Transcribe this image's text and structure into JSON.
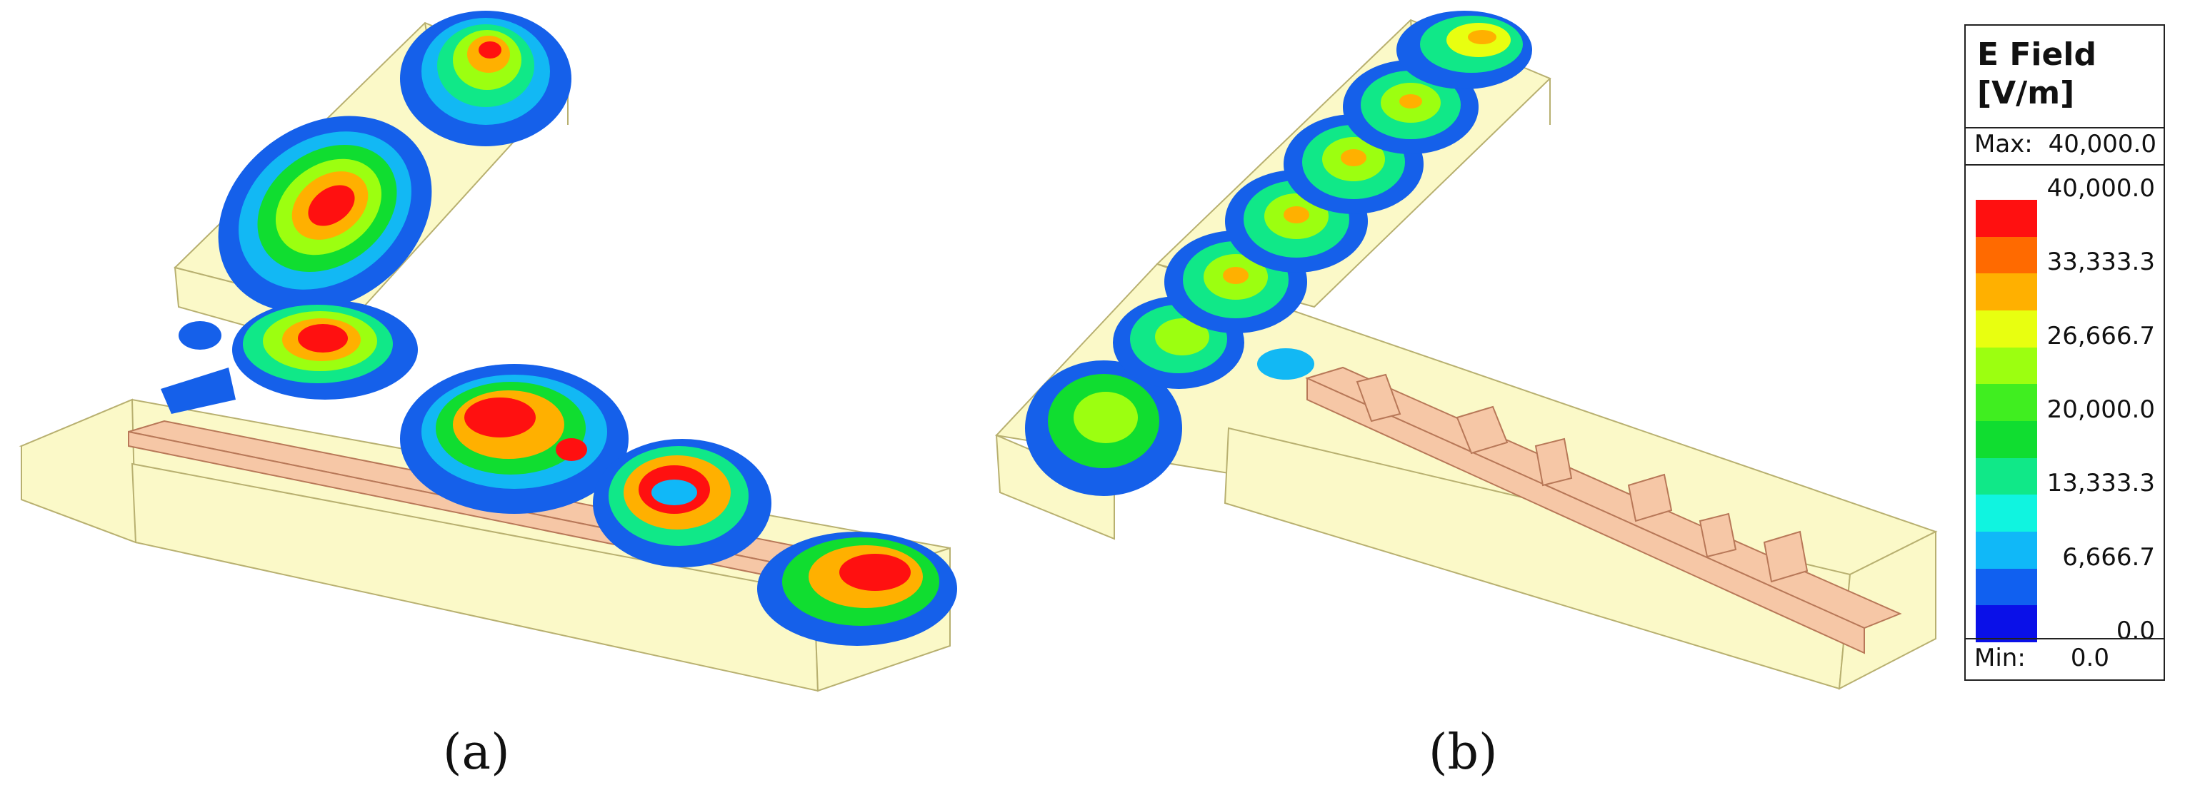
{
  "captions": {
    "a": "(a)",
    "b": "(b)"
  },
  "legend": {
    "title_line1": "E Field",
    "title_line2": "[V/m]",
    "max_label": "Max:",
    "max_value": "40,000.0",
    "min_label": "Min:",
    "min_value": "0.0",
    "ticks": [
      "40,000.0",
      "33,333.3",
      "26,666.7",
      "20,000.0",
      "13,333.3",
      "6,666.7",
      "0.0"
    ],
    "colors": [
      "#ff1010",
      "#ff6a00",
      "#ffb000",
      "#e8ff10",
      "#9cff10",
      "#40ee20",
      "#10dd30",
      "#10e888",
      "#10f4e0",
      "#10b8f8",
      "#1060f0",
      "#0a10e8"
    ]
  },
  "colors": {
    "box_fill": "#fbf9c8",
    "box_edge": "#b8b070",
    "copper_fill": "#f6c7a6",
    "copper_edge": "#b87858",
    "field_outer": "#1560ea"
  }
}
